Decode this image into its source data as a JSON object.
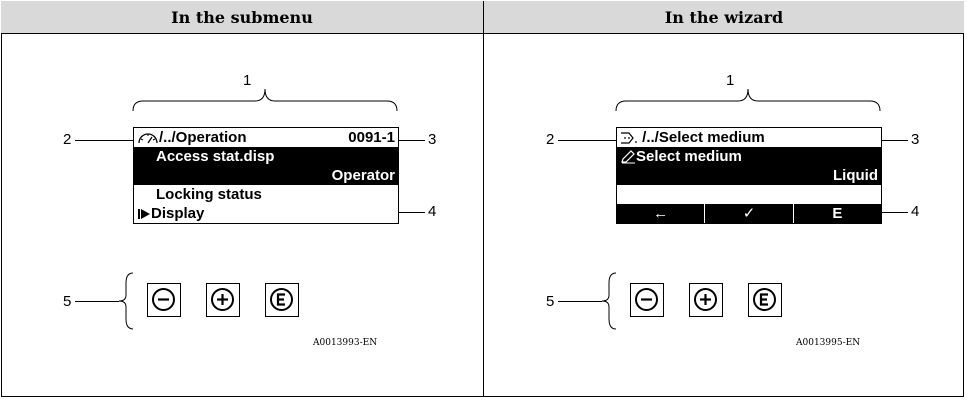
{
  "headers": {
    "left": "In the submenu",
    "right": "In the wizard"
  },
  "left": {
    "callouts": [
      "1",
      "2",
      "3",
      "4",
      "5"
    ],
    "path": "/../Operation",
    "code": "0091-1",
    "lines": [
      {
        "text": "Access stat.disp",
        "inverted": true,
        "align": "left"
      },
      {
        "text": "Operator",
        "inverted": true,
        "align": "right"
      },
      {
        "text": "Locking status",
        "inverted": false,
        "align": "left"
      },
      {
        "text": "Display",
        "inverted": false,
        "align": "left",
        "marker": "play-arrow-icon"
      }
    ],
    "ref_code": "A0013993-EN"
  },
  "right": {
    "callouts": [
      "1",
      "2",
      "3",
      "4",
      "5"
    ],
    "path": "/../Select medium",
    "lines": [
      {
        "text": "Select medium",
        "inverted": true,
        "align": "left",
        "marker": "pencil-icon"
      },
      {
        "text": "Liquid",
        "inverted": true,
        "align": "right"
      }
    ],
    "softkeys": [
      "←",
      "✓",
      "E"
    ],
    "ref_code": "A0013995-EN"
  },
  "icons": {
    "submenu": "gauge-icon",
    "wizard": "wizard-icon",
    "keys": [
      "minus-key-icon",
      "plus-key-icon",
      "enter-key-icon"
    ]
  }
}
